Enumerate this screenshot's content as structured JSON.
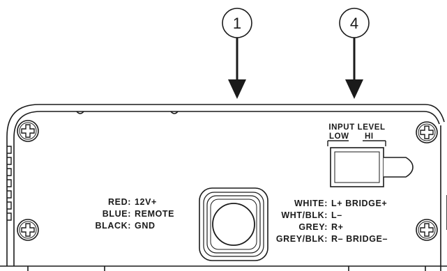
{
  "callouts": [
    "1",
    "4"
  ],
  "input_level": {
    "title": "INPUT LEVEL",
    "low": "LOW",
    "hi": "HI"
  },
  "power_wires": [
    {
      "color": "RED:",
      "function": "12V+"
    },
    {
      "color": "BLUE:",
      "function": "REMOTE"
    },
    {
      "color": "BLACK:",
      "function": "GND"
    }
  ],
  "speaker_wires": [
    {
      "color": "WHITE:",
      "function": "L+ BRIDGE+"
    },
    {
      "color": "WHT/BLK:",
      "function": "L–"
    },
    {
      "color": "GREY:",
      "function": "R+"
    },
    {
      "color": "GREY/BLK:",
      "function": "R– BRIDGE–"
    }
  ]
}
